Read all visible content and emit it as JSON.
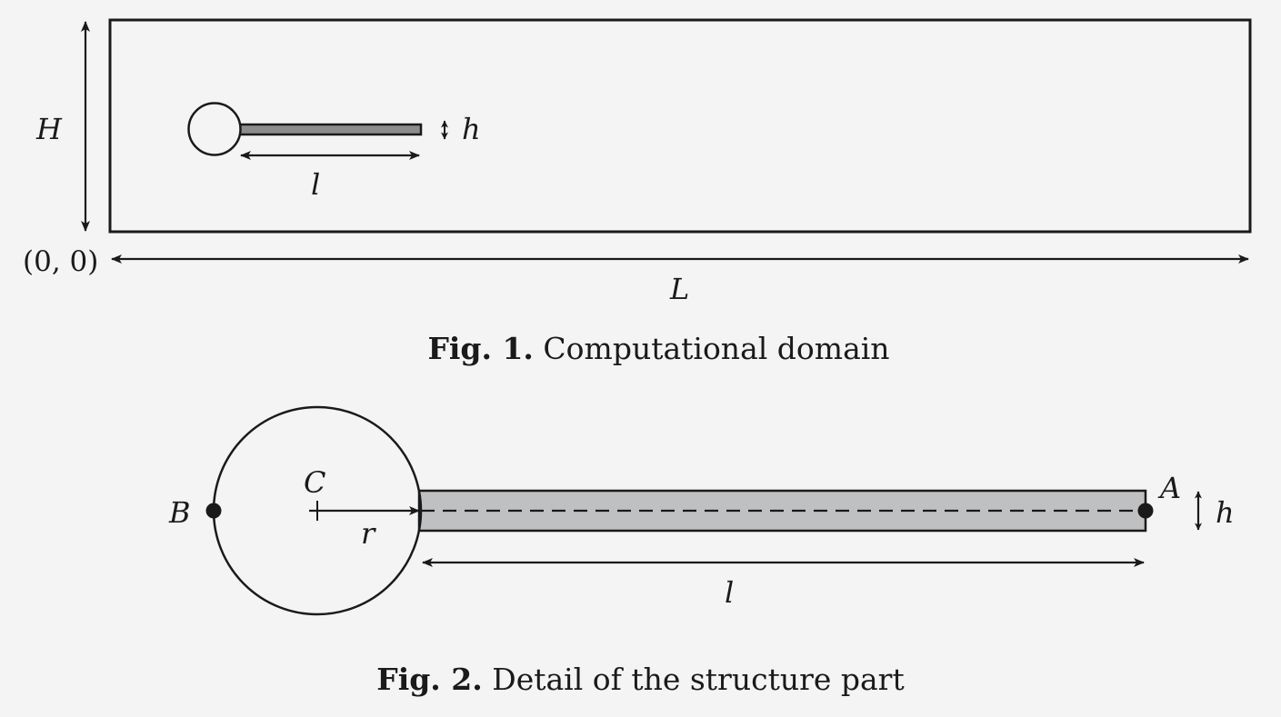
{
  "fig1": {
    "labels": {
      "H": "H",
      "L": "L",
      "l": "l",
      "h": "h",
      "origin": "(0, 0)"
    },
    "caption_label": "Fig. 1.",
    "caption_text": "Computational domain"
  },
  "fig2": {
    "labels": {
      "A": "A",
      "B": "B",
      "C": "C",
      "r": "r",
      "l": "l",
      "h": "h"
    },
    "caption_label": "Fig. 2.",
    "caption_text": "Detail of the structure part"
  },
  "colors": {
    "line": "#1a1a1a",
    "flag_fig1": "#8c8c8c",
    "flag_fig2": "#bfc0c2",
    "background": "#f4f4f4"
  }
}
